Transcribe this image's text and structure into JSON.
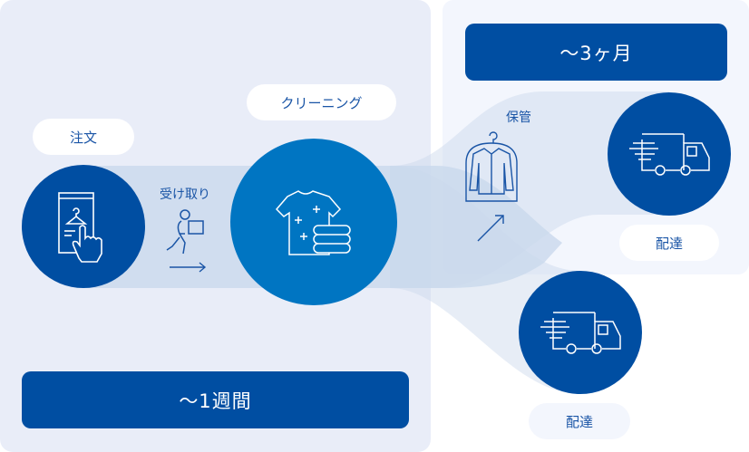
{
  "durations": {
    "short": "〜1週間",
    "long": "〜3ヶ月"
  },
  "steps": {
    "order": "注文",
    "pickup": "受け取り",
    "cleaning": "クリーニング",
    "storage": "保管",
    "delivery_storage": "配達",
    "delivery_direct": "配達"
  },
  "colors": {
    "dark_blue": "#004ea2",
    "mid_blue": "#0075c2",
    "band": "#cddcec",
    "panel_left": "#e9edf8",
    "panel_right": "#f3f6fd"
  }
}
